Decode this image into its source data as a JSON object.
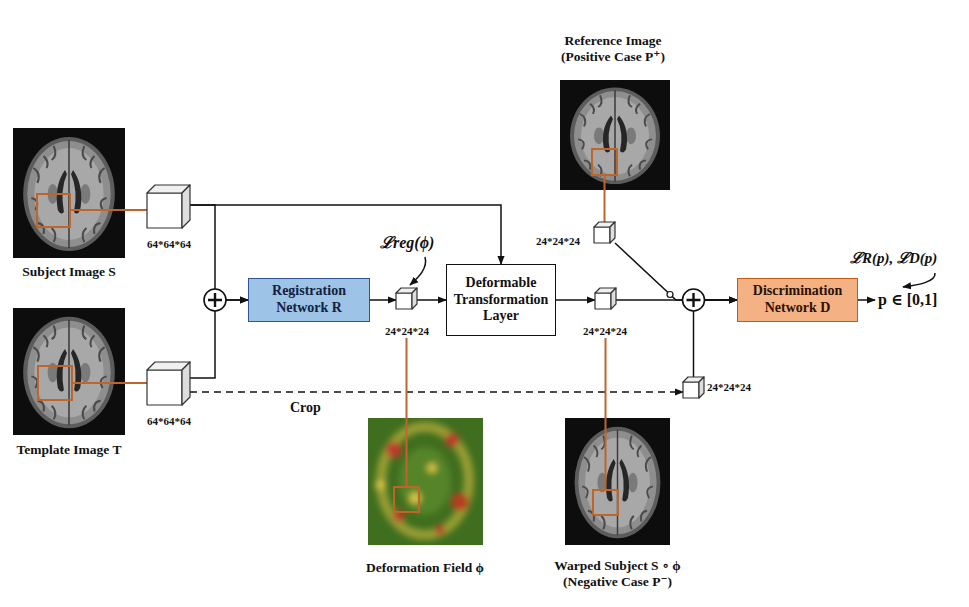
{
  "diagram": {
    "nodes": [
      {
        "text": [
          "Subject Image S"
        ]
      },
      {
        "text": [
          "64*64*64"
        ]
      },
      {
        "text": [
          "Template Image T"
        ]
      },
      {
        "text": [
          "64*64*64"
        ]
      },
      {
        "text": [
          "Registration Network R"
        ]
      },
      {
        "text": [
          "24*24*24"
        ]
      },
      {
        "text": [
          "Deformable Transformation Layer"
        ]
      },
      {
        "text": [
          "24*24*24"
        ]
      },
      {
        "text": [
          "Reference Image (Positive Case P⁺)"
        ]
      },
      {
        "text": [
          "24*24*24"
        ]
      },
      {
        "text": [
          "24*24*24"
        ]
      },
      {
        "text": [
          "Discrimination Network D"
        ]
      },
      {
        "text": [
          "Deformation Field ϕ"
        ]
      },
      {
        "text": [
          "Warped Subject S ∘ ϕ (Negative Case P⁻)"
        ]
      }
    ],
    "edges": [
      {
        "from": 0,
        "to": 1,
        "arrow": "none"
      },
      {
        "from": 2,
        "to": 3,
        "arrow": "none"
      },
      {
        "from": 1,
        "to": 4,
        "arrow": "to"
      },
      {
        "from": 3,
        "to": 4,
        "arrow": "to"
      },
      {
        "from": 1,
        "to": 6,
        "arrow": "to"
      },
      {
        "from": 4,
        "to": 5,
        "arrow": "to"
      },
      {
        "from": 5,
        "to": 6,
        "arrow": "to"
      },
      {
        "from": 6,
        "to": 7,
        "arrow": "to"
      },
      {
        "from": 7,
        "to": 11,
        "arrow": "to"
      },
      {
        "from": 9,
        "to": 11,
        "arrow": "to"
      },
      {
        "from": 10,
        "to": 11,
        "arrow": "to"
      },
      {
        "from": 3,
        "to": 10,
        "label": "Crop",
        "arrow": "to"
      },
      {
        "from": 5,
        "to": 12,
        "arrow": "none"
      },
      {
        "from": 7,
        "to": 13,
        "arrow": "none"
      },
      {
        "from": 8,
        "to": 9,
        "arrow": "none"
      }
    ],
    "labels": [
      "ℒreg(ϕ)",
      "ℒR(p), ℒD(p)",
      "p ∈ [0,1]"
    ]
  }
}
